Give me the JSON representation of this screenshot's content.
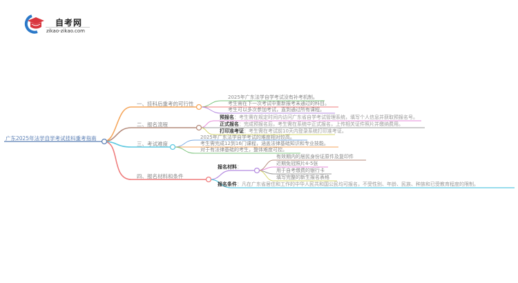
{
  "logo": {
    "title": "自考网",
    "subtitle": "zikao-zikao.com",
    "icon": "graduation-cap-icon",
    "colors": {
      "cap": "#d9363e",
      "ring": "#2a78c8"
    }
  },
  "mindmap": {
    "root": {
      "label": "广东2025年法学自学考试挂科重考指南",
      "color": "#5b7fb5"
    },
    "branches": [
      {
        "label": "一、挂科后重考的可行性",
        "color": "#f5a65b",
        "children": [
          {
            "text": "2025年广东法学自学考试没有补考机制。",
            "color": "#7cc47c"
          },
          {
            "text": "考生需在下一次考试中重新报考未通过的科目。",
            "color": "#ef7c7c"
          },
          {
            "text": "考生可以多次参加考试，直到通过所有课程。",
            "color": "#b58be0"
          }
        ]
      },
      {
        "label": "二、报名流程",
        "color": "#b48a7a",
        "children": [
          {
            "key": "预报名",
            "text": "：考生需在规定时间内访问广东省自学考试管理系统，填写个人信息并获取预报名号。",
            "color": "#e58ad8"
          },
          {
            "key": "正式报名",
            "text": "：完成预报名后，考生需在系统中正式报名，上传相关证件照片并缴纳费用。",
            "color": "#999999"
          },
          {
            "key": "打印准考证",
            "text": "：考生需在考试前10天内登录系统打印准考证。",
            "color": "#d6d66a"
          }
        ]
      },
      {
        "label": "三、考试难度",
        "color": "#5bc8e0",
        "children": [
          {
            "text": "2025年广东法学自学考试的难度相对较高。",
            "color": "#7aa8e0"
          },
          {
            "text": "考生需完成12到16门课程，涵盖法律基础知识和专业技能。",
            "color": "#f5a65b"
          },
          {
            "text": "对于有法律基础的考生，整体难度可控。",
            "color": "#7cc47c"
          }
        ]
      },
      {
        "label": "四、报名材料和条件",
        "color": "#ef7c7c",
        "children": [
          {
            "key": "报名材料",
            "text": "：",
            "color": "#b58be0",
            "children": [
              {
                "text": "有效期内的居民身份证原件及复印件",
                "color": "#b48a7a"
              },
              {
                "text": "近期免冠照片4-5张",
                "color": "#e58ad8"
              },
              {
                "text": "用于自考缴费的银行卡",
                "color": "#999999"
              },
              {
                "text": "填写完整的新生报名表格",
                "color": "#d6d66a"
              }
            ]
          },
          {
            "key": "报名条件",
            "text": "：凡在广东省居住和工作的中华人民共和国公民均可报名，不受性别、年龄、民族、种族和已受教育程度的限制。",
            "color": "#5bc8e0"
          }
        ]
      }
    ]
  }
}
